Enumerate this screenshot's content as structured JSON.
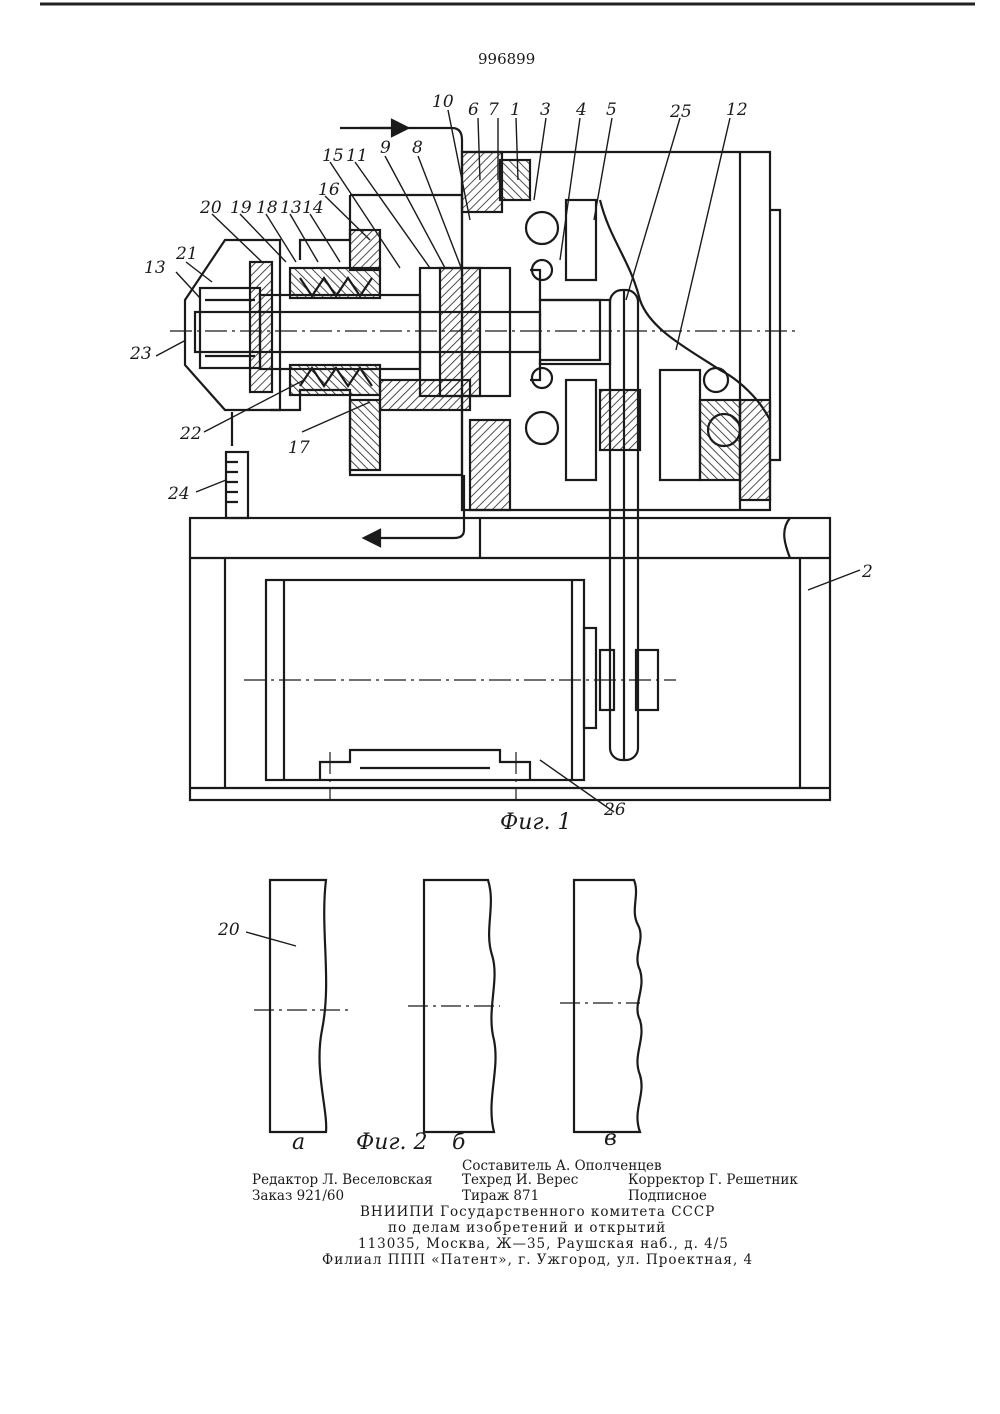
{
  "patent_number": "996899",
  "figures": {
    "fig1": {
      "caption": "Фиг. 1",
      "labels": [
        "10",
        "6",
        "7",
        "1",
        "3",
        "4",
        "5",
        "25",
        "12",
        "15",
        "11",
        "9",
        "8",
        "16",
        "20",
        "19",
        "18",
        "13",
        "14",
        "21",
        "13",
        "23",
        "22",
        "17",
        "24",
        "2",
        "26"
      ]
    },
    "fig2": {
      "caption": "Фиг. 2",
      "part_label": "20",
      "subfigures": [
        "а",
        "б",
        "в"
      ]
    }
  },
  "colophon": {
    "composer": "Составитель А. Ополченцев",
    "editor": "Редактор Л. Веселовская",
    "techred": "Техред И. Верес",
    "corrector": "Корректор Г. Решетник",
    "order": "Заказ 921/60",
    "circulation": "Тираж 871",
    "subscription": "Подписное",
    "org_line1": "ВНИИПИ Государственного комитета СССР",
    "org_line2": "по делам изобретений и открытий",
    "org_address": "113035, Москва, Ж—35, Раушская наб., д. 4/5",
    "branch": "Филиал ППП «Патент», г. Ужгород, ул. Проектная, 4"
  }
}
